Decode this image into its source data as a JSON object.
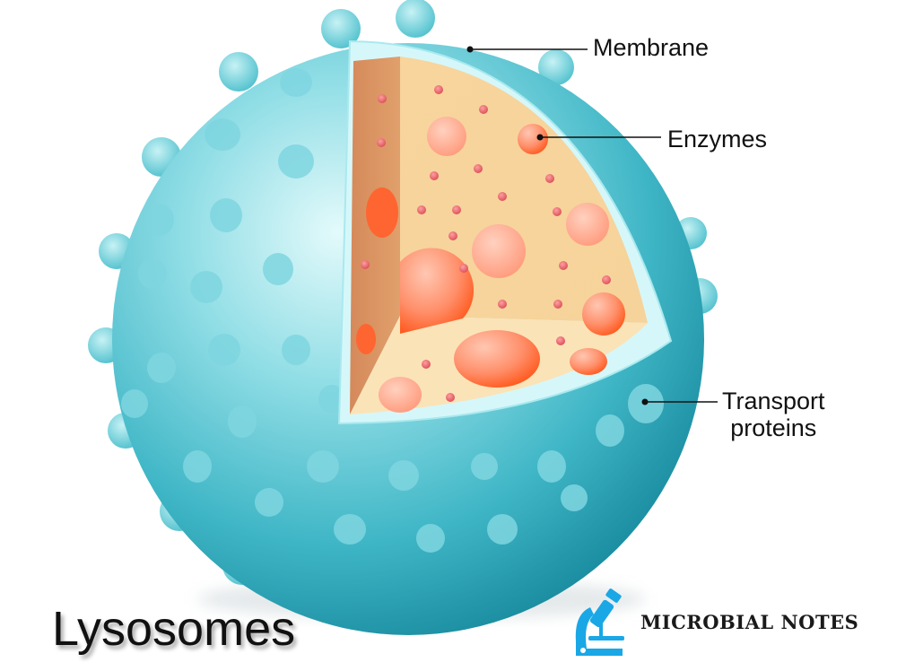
{
  "title": "Lysosomes",
  "labels": {
    "membrane": "Membrane",
    "enzymes": "Enzymes",
    "transport_line1": "Transport",
    "transport_line2": "proteins"
  },
  "logo": {
    "text": "MICROBIAL NOTES",
    "icon": "microscope-icon"
  },
  "colors": {
    "sphere_light": "#bfeff3",
    "sphere_mid": "#5cc6d2",
    "sphere_dark": "#1a93a6",
    "membrane_layer": "#d6f7f9",
    "cytoplasm_light": "#f8dba3",
    "cytoplasm_side": "#d8925e",
    "cytoplasm_floor": "#fbe3b8",
    "enzyme_orange": "#ff5a1f",
    "enzyme_light": "#ffb39a",
    "small_vesicle": "#e9636a",
    "logo_blue": "#1aa7e6",
    "text": "#111111"
  }
}
